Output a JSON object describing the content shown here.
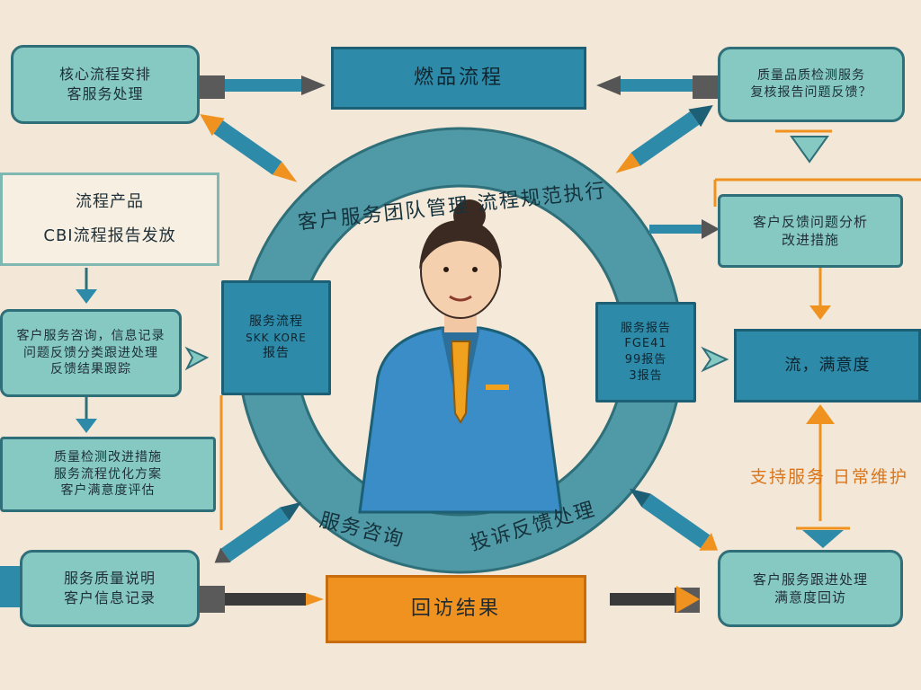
{
  "title_box": {
    "text": "燃品流程"
  },
  "top_left_box": {
    "lines": [
      "核心流程安排",
      "客服务处理"
    ]
  },
  "top_right_box": {
    "lines": [
      "质量品质检测服务",
      "复核报告问题反馈？"
    ]
  },
  "left_cream_box": {
    "lines": [
      "流程产品",
      "CBI流程报告发放"
    ]
  },
  "left_mid_box": {
    "lines": [
      "客户服务咨询，信息记录",
      "问题反馈分类跟进处理",
      "反馈结果跟踪"
    ]
  },
  "left_lower_box": {
    "lines": [
      "质量检测改进措施",
      "服务流程优化方案",
      "客户满意度评估"
    ]
  },
  "bottom_left_box": {
    "lines": [
      "服务质量说明",
      "客户信息记录"
    ]
  },
  "bottom_center_box": {
    "text": "回访结果"
  },
  "bottom_right_box": {
    "lines": [
      "客户服务跟进处理",
      "满意度回访"
    ]
  },
  "right_upper_box": {
    "lines": [
      "客户反馈问题分析",
      "改进措施"
    ]
  },
  "right_mid_box": {
    "text": "流，满意度"
  },
  "right_side_label": {
    "text": "支持服务 日常维护"
  },
  "ring_top_text": {
    "text": "客户服务团队管理 流程规范执行"
  },
  "ring_bottom_left_text": {
    "text": "服务咨询"
  },
  "ring_bottom_right_text": {
    "text": "投诉反馈处理"
  },
  "ring_left_panel": {
    "lines": [
      "服务流程",
      "SKK KORE",
      "报告"
    ]
  },
  "ring_right_panel": {
    "lines": [
      "服务报告",
      "FGE41",
      "99报告",
      "3报告"
    ]
  },
  "colors": {
    "background": "#f3e7d7",
    "teal": "#86c9c3",
    "navy": "#2d8aa8",
    "orange": "#f0921f",
    "ring": "#4f9aa6"
  }
}
